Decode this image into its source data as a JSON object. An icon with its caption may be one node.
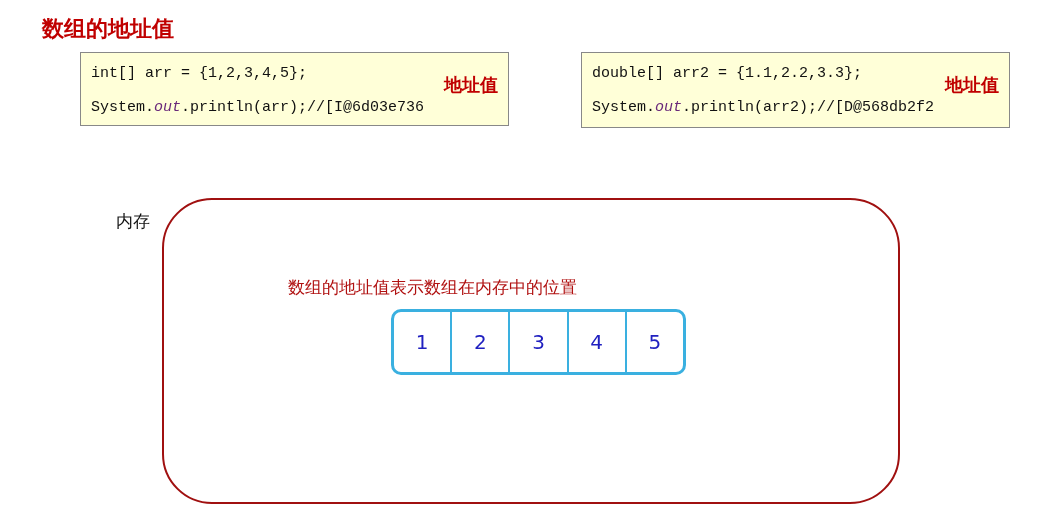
{
  "diagram": {
    "title": "数组的地址值",
    "nodes": [
      {
        "text": [
          "int[] arr = {1,2,3,4,5};",
          "System.*out*.println(arr);//[I@6d03e736",
          "地址值"
        ]
      },
      {
        "text": [
          "double[] arr2 = {1.1,2.2,3.3};",
          "System.*out*.println(arr2);//[D@568db2f2",
          "地址值"
        ]
      },
      {
        "text": [
          "内存"
        ]
      },
      {
        "text": [],
        "shape": "box",
        "in": 2
      },
      {
        "text": [
          "1"
        ],
        "in": 3
      },
      {
        "text": [
          "2"
        ],
        "in": 3
      },
      {
        "text": [
          "3"
        ],
        "in": 3
      },
      {
        "text": [
          "4"
        ],
        "in": 3
      },
      {
        "text": [
          "5"
        ],
        "in": 3
      }
    ],
    "labels": [
      "数组的地址值表示数组在内存中的位置"
    ]
  }
}
